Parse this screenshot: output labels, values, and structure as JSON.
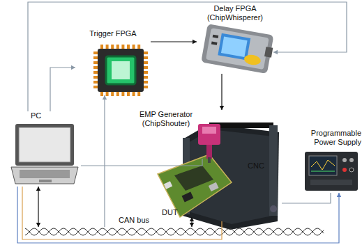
{
  "diagram": {
    "nodes": [
      {
        "text": [
          "Trigger FPGA"
        ]
      },
      {
        "text": [
          "Delay FPGA (ChipWhisperer)"
        ]
      },
      {
        "text": [
          "PC"
        ]
      },
      {
        "text": [
          "EMP Generator (ChipShouter)"
        ]
      },
      {
        "text": [
          "Programmable Power Supply"
        ]
      },
      {
        "text": [
          "CNC"
        ]
      },
      {
        "text": [
          "DUT"
        ]
      },
      {
        "text": [
          "CAN bus"
        ]
      }
    ],
    "edges": [
      {
        "from": 2,
        "to": 0,
        "arrow": "to"
      },
      {
        "from": 7,
        "to": 0,
        "arrow": "to"
      },
      {
        "from": 0,
        "to": 1,
        "arrow": "to"
      },
      {
        "from": 1,
        "to": 3,
        "arrow": "to"
      },
      {
        "from": 2,
        "to": 1,
        "arrow": "to"
      },
      {
        "from": 2,
        "to": 7,
        "arrow": "both"
      },
      {
        "from": 6,
        "to": 7,
        "arrow": "both"
      },
      {
        "from": 2,
        "to": 3,
        "arrow": "none"
      },
      {
        "from": 4,
        "to": 5,
        "arrow": "none"
      },
      {
        "from": 2,
        "to": 4,
        "arrow": "to"
      },
      {
        "from": 2,
        "to": 5,
        "arrow": "none"
      }
    ]
  }
}
